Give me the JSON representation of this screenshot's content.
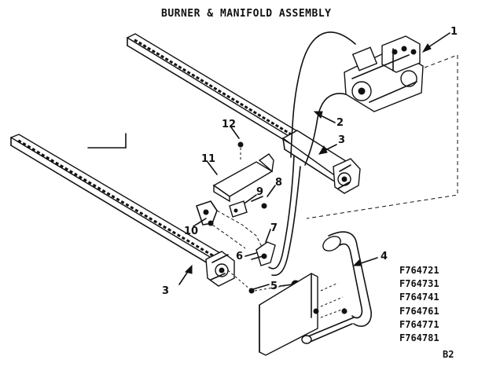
{
  "title": "BURNER & MANIFOLD ASSEMBLY",
  "callouts": {
    "c1": "1",
    "c2": "2",
    "c3a": "3",
    "c3b": "3",
    "c4": "4",
    "c5": "5",
    "c6": "6",
    "c7": "7",
    "c8": "8",
    "c9": "9",
    "c10": "10",
    "c11": "11",
    "c12": "12"
  },
  "model_numbers": [
    "F764721",
    "F764731",
    "F764741",
    "F764761",
    "F764771",
    "F764781"
  ],
  "page_ref": "B2"
}
